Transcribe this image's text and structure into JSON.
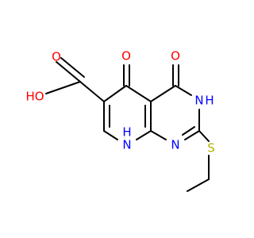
{
  "molecule": {
    "atoms": {
      "o_hydroxyl": "HO",
      "o_carbonyl_acid": "O",
      "o_keto_5": "O",
      "o_keto_4": "O",
      "n_h_8": "H",
      "n_8": "N",
      "n_1": "N",
      "n_3": "N",
      "n_h_3": "H",
      "s": "S"
    },
    "colors": {
      "bond": "#000000",
      "oxygen": "#ff0000",
      "nitrogen": "#0000ff",
      "sulfur": "#b3b300",
      "carbon": "#000000"
    }
  }
}
